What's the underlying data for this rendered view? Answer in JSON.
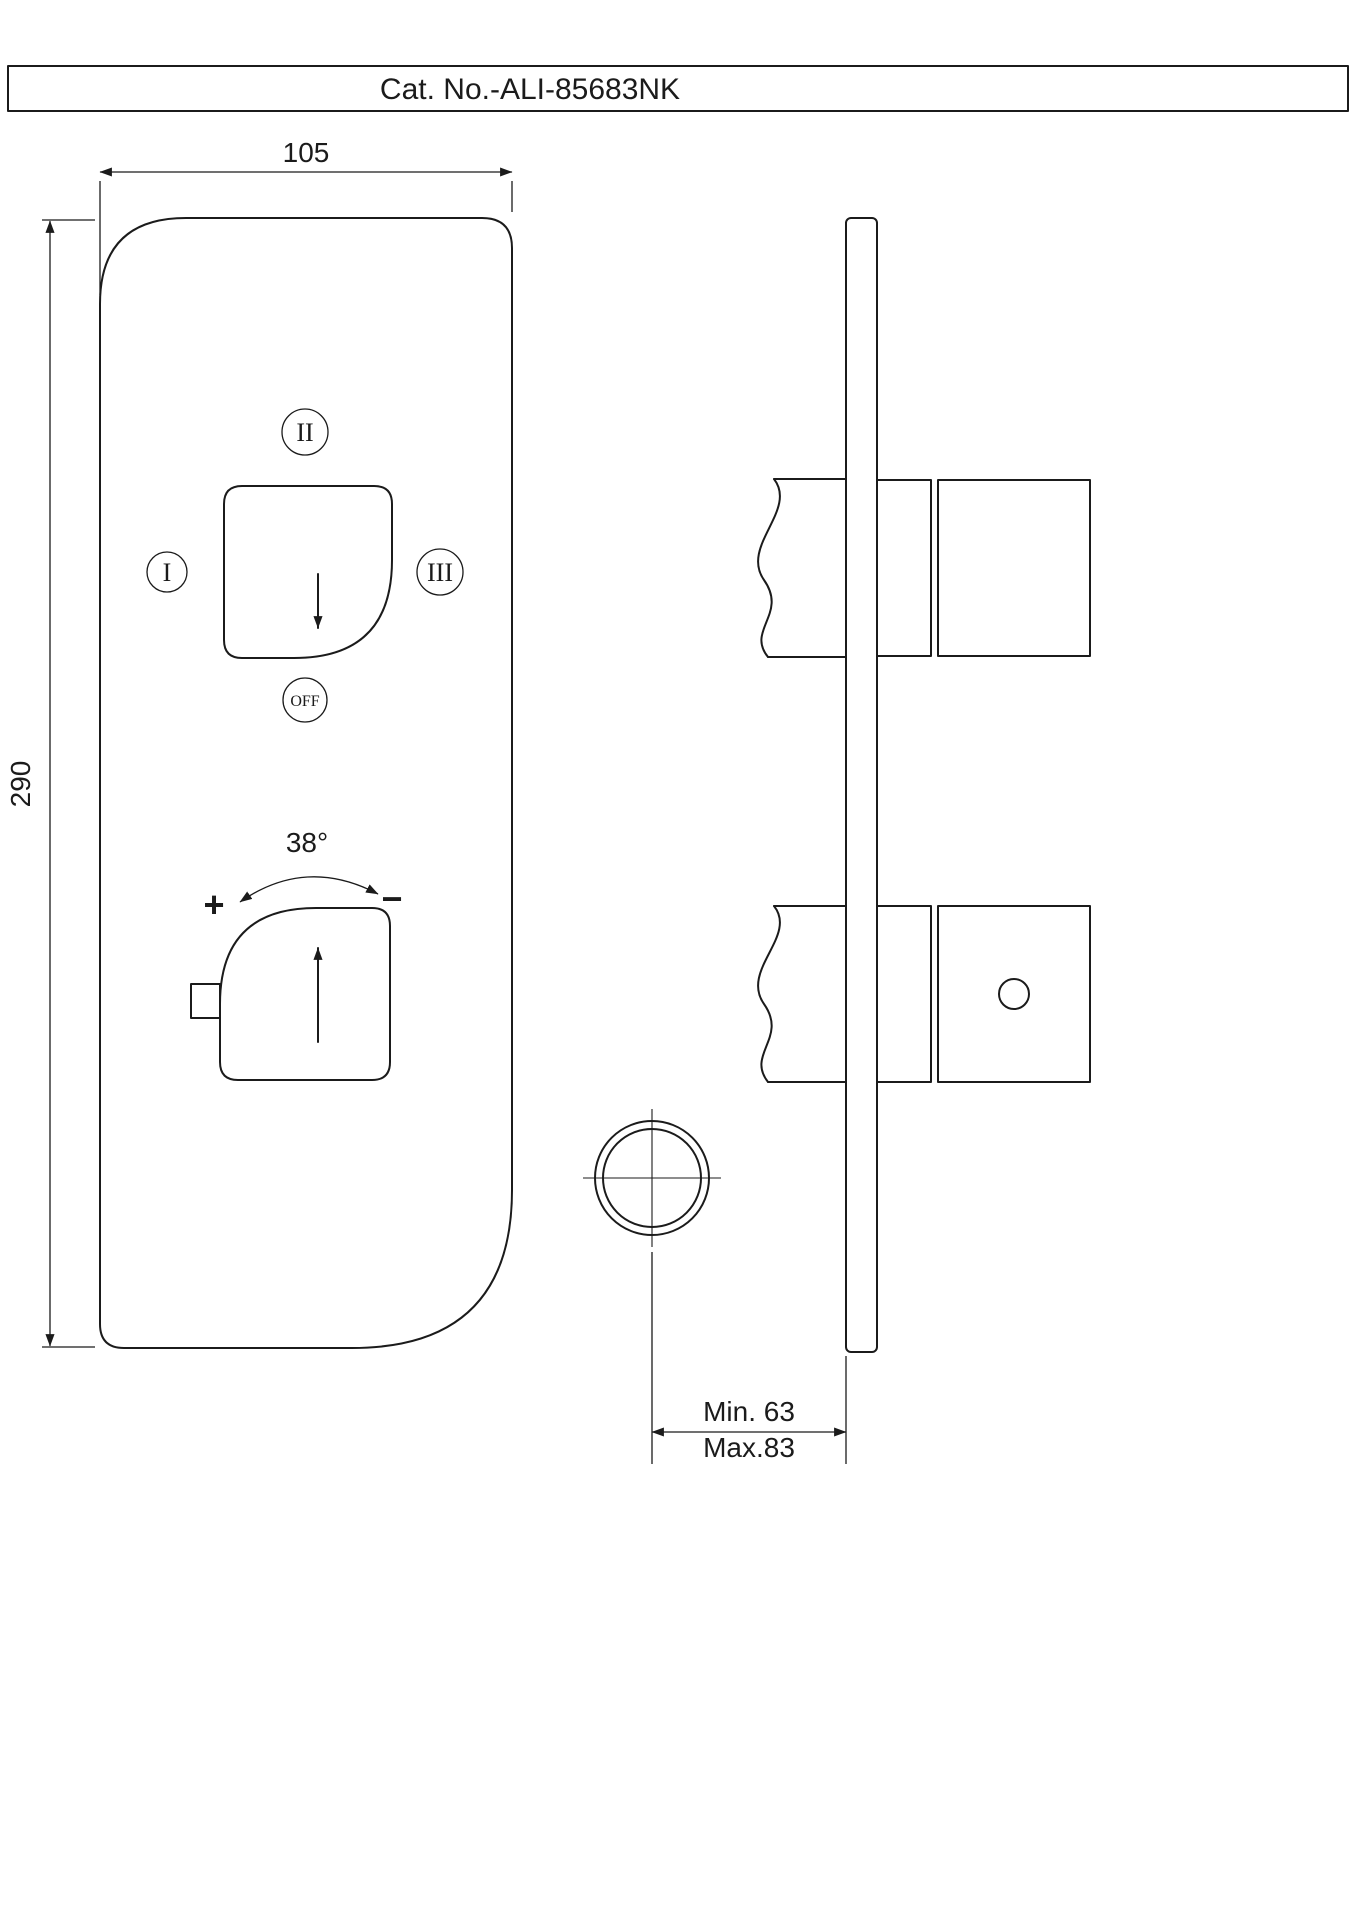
{
  "colors": {
    "ink": "#1b1b1b",
    "background": "#ffffff"
  },
  "title_block": {
    "catalog_number": "Cat. No.-ALI-85683NK"
  },
  "front_view": {
    "width_dim": "105",
    "height_dim": "290",
    "diverter_labels": {
      "top": "II",
      "left": "I",
      "right": "III",
      "off": "OFF"
    },
    "temperature_labels": {
      "angle": "38°",
      "plus": "+",
      "minus": "−"
    }
  },
  "side_view": {
    "depth_min": "Min. 63",
    "depth_max": "Max.83"
  }
}
